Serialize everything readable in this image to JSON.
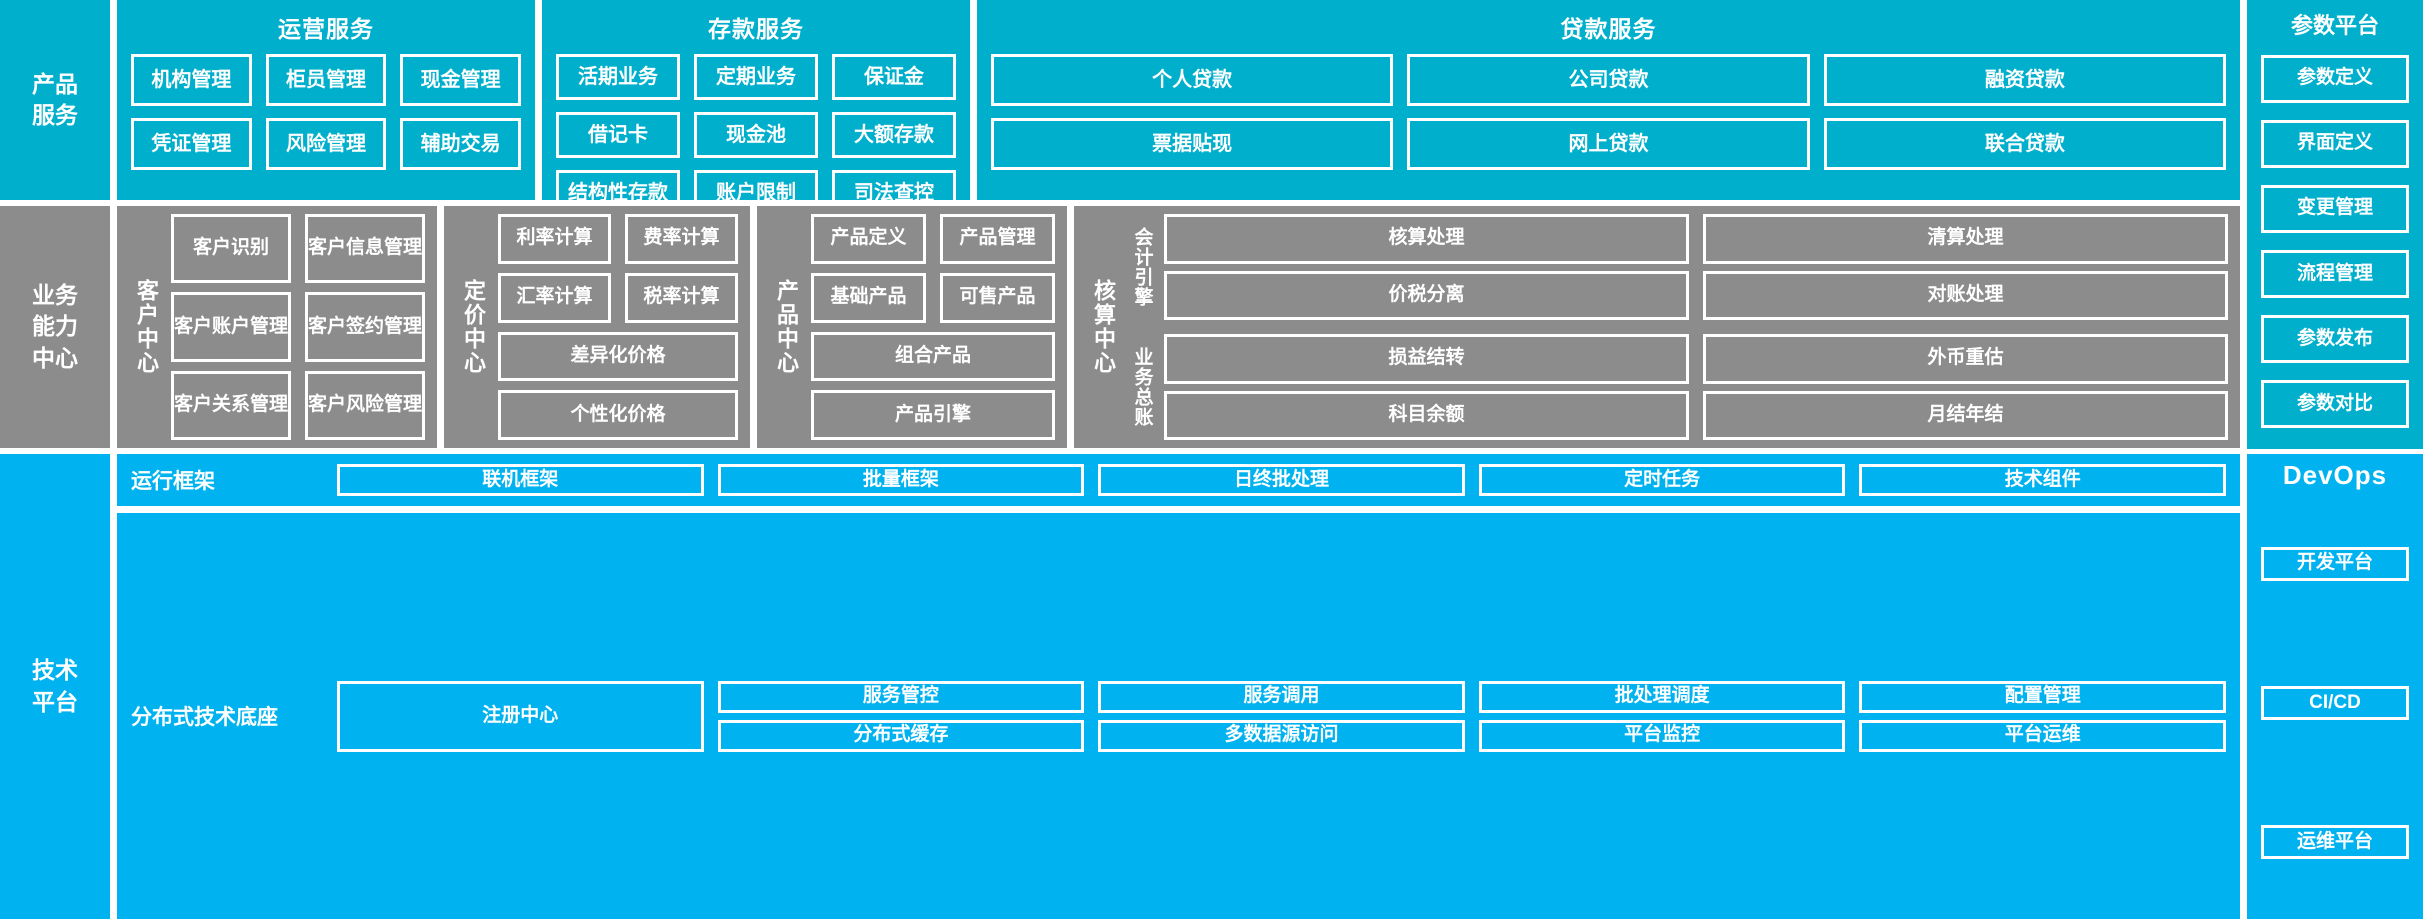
{
  "layers": {
    "product_service": "产品\n服务",
    "business_capability": "业务\n能力\n中心",
    "tech_platform": "技术\n平台"
  },
  "product_service": {
    "panels": [
      {
        "title": "运营服务",
        "items": [
          "机构管理",
          "柜员管理",
          "现金管理",
          "凭证管理",
          "风险管理",
          "辅助交易"
        ]
      },
      {
        "title": "存款服务",
        "items": [
          "活期业务",
          "定期业务",
          "保证金",
          "借记卡",
          "现金池",
          "大额存款",
          "结构性存款",
          "账户限制",
          "司法查控"
        ]
      },
      {
        "title": "贷款服务",
        "items": [
          "个人贷款",
          "公司贷款",
          "融资贷款",
          "票据贴现",
          "网上贷款",
          "联合贷款"
        ]
      }
    ]
  },
  "parameter_platform": {
    "title": "参数平台",
    "items": [
      "参数定义",
      "界面定义",
      "变更管理",
      "流程管理",
      "参数发布",
      "参数对比"
    ]
  },
  "devops": {
    "title": "DevOps",
    "items": [
      "开发平台",
      "CI/CD",
      "运维平台"
    ]
  },
  "capability_centers": [
    {
      "label": "客户中心",
      "rows": [
        [
          "客户识别",
          "客户信息管理"
        ],
        [
          "客户账户管理",
          "客户签约管理"
        ],
        [
          "客户关系管理",
          "客户风险管理"
        ]
      ]
    },
    {
      "label": "定价中心",
      "rows": [
        [
          "利率计算",
          "费率计算"
        ],
        [
          "汇率计算",
          "税率计算"
        ],
        [
          "差异化价格"
        ],
        [
          "个性化价格"
        ]
      ]
    },
    {
      "label": "产品中心",
      "rows": [
        [
          "产品定义",
          "产品管理"
        ],
        [
          "基础产品",
          "可售产品"
        ],
        [
          "组合产品"
        ],
        [
          "产品引擎"
        ]
      ]
    },
    {
      "label": "核算中心",
      "groups": [
        {
          "label": "会计引擎",
          "rows": [
            [
              "核算处理",
              "清算处理"
            ],
            [
              "价税分离",
              "对账处理"
            ]
          ]
        },
        {
          "label": "业务总账",
          "rows": [
            [
              "损益结转",
              "外币重估"
            ],
            [
              "科目余额",
              "月结年结"
            ]
          ]
        }
      ]
    }
  ],
  "tech_platform": {
    "bands": [
      {
        "label": "运行框架",
        "columns": [
          [
            "联机框架"
          ],
          [
            "批量框架"
          ],
          [
            "日终批处理"
          ],
          [
            "定时任务"
          ],
          [
            "技术组件"
          ]
        ]
      },
      {
        "label": "分布式技术底座",
        "columns": [
          [
            "注册中心"
          ],
          [
            "服务管控",
            "分布式缓存"
          ],
          [
            "服务调用",
            "多数据源访问"
          ],
          [
            "批处理调度",
            "平台监控"
          ],
          [
            "配置管理",
            "平台运维"
          ]
        ]
      }
    ]
  },
  "colors": {
    "teal": "#00AFCB",
    "gray": "#8C8C8C",
    "blue": "#00B3F0",
    "border": "#ffffff"
  }
}
